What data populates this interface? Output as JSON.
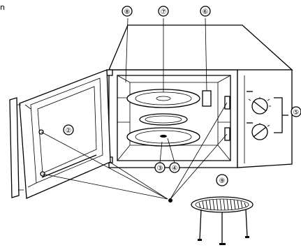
{
  "corner_text": "n",
  "callouts": {
    "c2": "②",
    "c3": "③",
    "c4": "④",
    "c5": "⑤",
    "c6": "⑥",
    "c7": "⑦",
    "c8": "⑧",
    "c9": "⑨",
    "c1": ""
  }
}
